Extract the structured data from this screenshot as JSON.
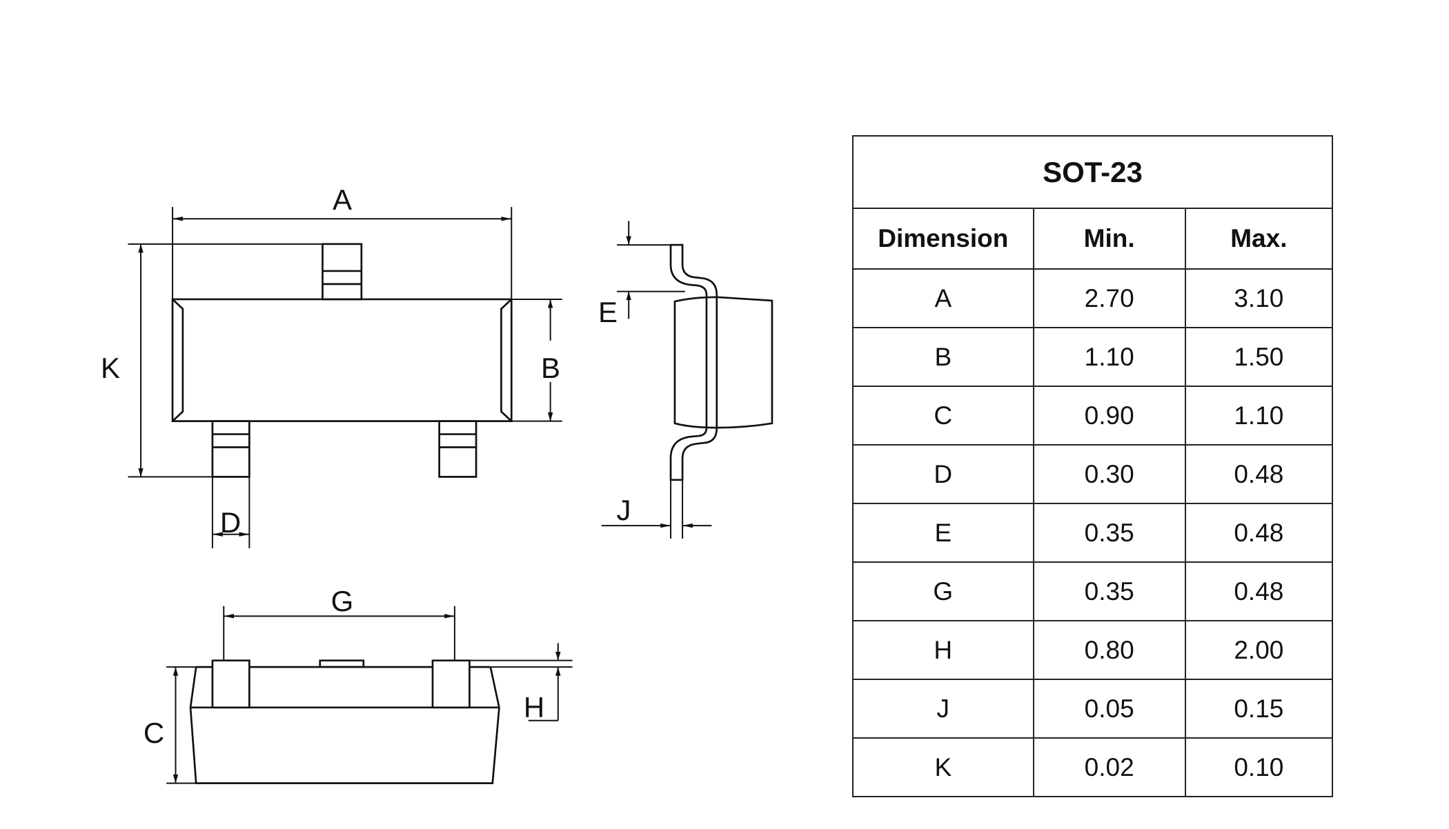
{
  "drawing": {
    "labels": {
      "A": "A",
      "B": "B",
      "C": "C",
      "D": "D",
      "E": "E",
      "G": "G",
      "H": "H",
      "J": "J",
      "K": "K"
    }
  },
  "table": {
    "title": "SOT-23",
    "headers": [
      "Dimension",
      "Min.",
      "Max."
    ],
    "rows": [
      [
        "A",
        "2.70",
        "3.10"
      ],
      [
        "B",
        "1.10",
        "1.50"
      ],
      [
        "C",
        "0.90",
        "1.10"
      ],
      [
        "D",
        "0.30",
        "0.48"
      ],
      [
        "E",
        "0.35",
        "0.48"
      ],
      [
        "G",
        "0.35",
        "0.48"
      ],
      [
        "H",
        "0.80",
        "2.00"
      ],
      [
        "J",
        "0.05",
        "0.15"
      ],
      [
        "K",
        "0.02",
        "0.10"
      ]
    ]
  }
}
